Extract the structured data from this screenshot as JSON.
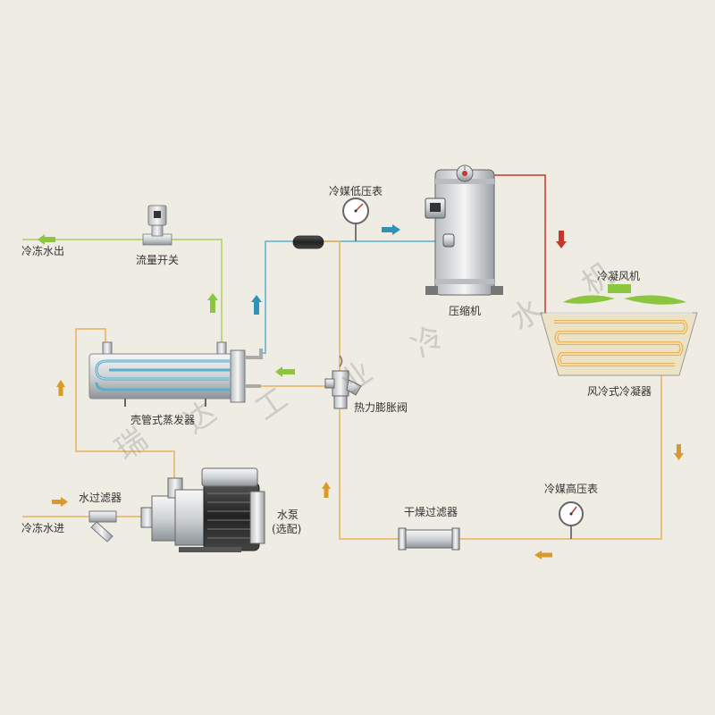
{
  "labels": {
    "chilled_water_out": "冷冻水出",
    "flow_switch": "流量开关",
    "refrigerant_low_pressure_gauge": "冷媒低压表",
    "compressor": "压缩机",
    "condenser_fan": "冷凝风机",
    "air_cooled_condenser": "风冷式冷凝器",
    "shell_tube_evaporator": "壳管式蒸发器",
    "thermal_expansion_valve": "热力膨胀阀",
    "water_filter": "水过滤器",
    "chilled_water_in": "冷冻水进",
    "water_pump_line1": "水泵",
    "water_pump_line2": "(选配)",
    "dry_filter": "干燥过滤器",
    "refrigerant_high_pressure_gauge": "冷媒高压表"
  },
  "watermark": [
    "瑞",
    "达",
    "工",
    "业",
    "冷",
    "水",
    "机"
  ],
  "colors": {
    "background": "#efece3",
    "water_line": "#a9cf5d",
    "water_arrow": "#8cc63f",
    "low_pressure_line": "#5aaecb",
    "low_pressure_arrow": "#2e93b8",
    "high_pressure_hot_line": "#c0392b",
    "high_pressure_liquid_line": "#e8b25a",
    "liquid_arrow": "#d99a2b",
    "fan_blade": "#8cc63f"
  },
  "icons": [
    "flow-arrow-icon",
    "pressure-gauge-icon",
    "fan-icon",
    "valve-icon"
  ]
}
